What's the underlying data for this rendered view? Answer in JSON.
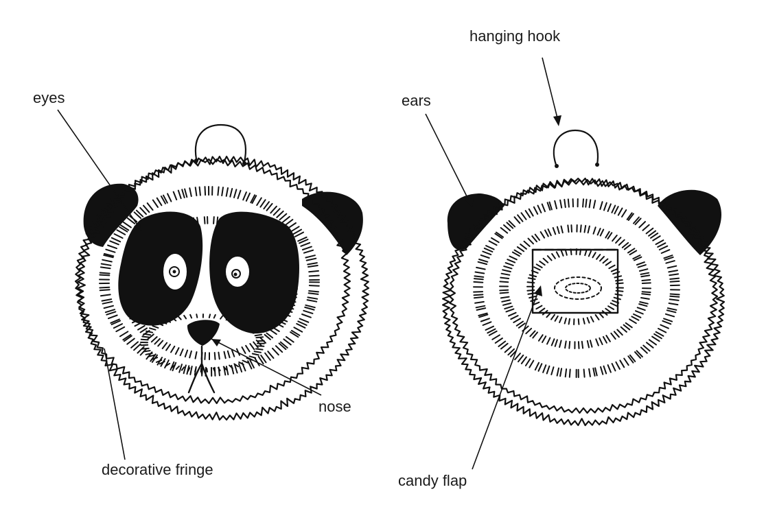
{
  "diagram": {
    "front_view": {
      "labels": {
        "eyes": "eyes",
        "nose": "nose",
        "decorative_fringe": "decorative fringe"
      }
    },
    "back_view": {
      "labels": {
        "hanging_hook": "hanging hook",
        "ears": "ears",
        "candy_flap": "candy flap"
      }
    }
  },
  "colors": {
    "ink": "#111111",
    "paper": "#ffffff"
  }
}
